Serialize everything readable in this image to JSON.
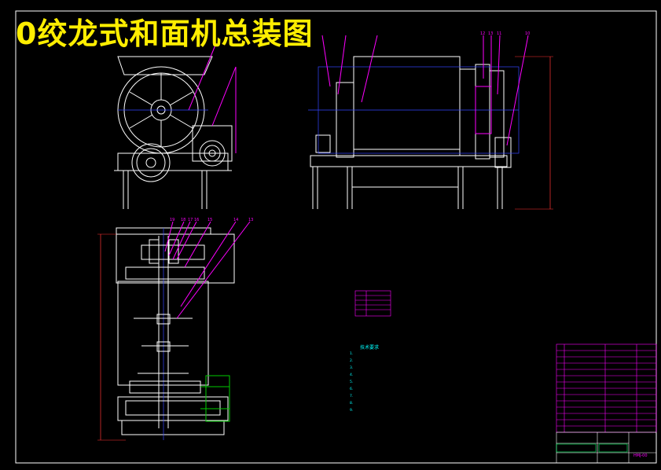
{
  "drawing": {
    "title": "0绞龙式和面机总装图",
    "drawing_code": "HMJ-00"
  },
  "callouts": {
    "side_view": [
      "12",
      "13",
      "11",
      "10"
    ],
    "top_view": [
      "19",
      "18",
      "17",
      "16",
      "15",
      "14",
      "13"
    ]
  },
  "tech_requirements": {
    "title": "技术要求",
    "items": [
      "1.",
      "2.",
      "3.",
      "4.",
      "5.",
      "6.",
      "7.",
      "8.",
      "9."
    ]
  },
  "colors": {
    "background": "#000000",
    "outline": "#ffffff",
    "leader": "#ff00ff",
    "centerline": "#3344ff",
    "annotation": "#00ffff",
    "motor": "#00cc00",
    "dimension": "#ff3333",
    "title": "#ffee00"
  }
}
